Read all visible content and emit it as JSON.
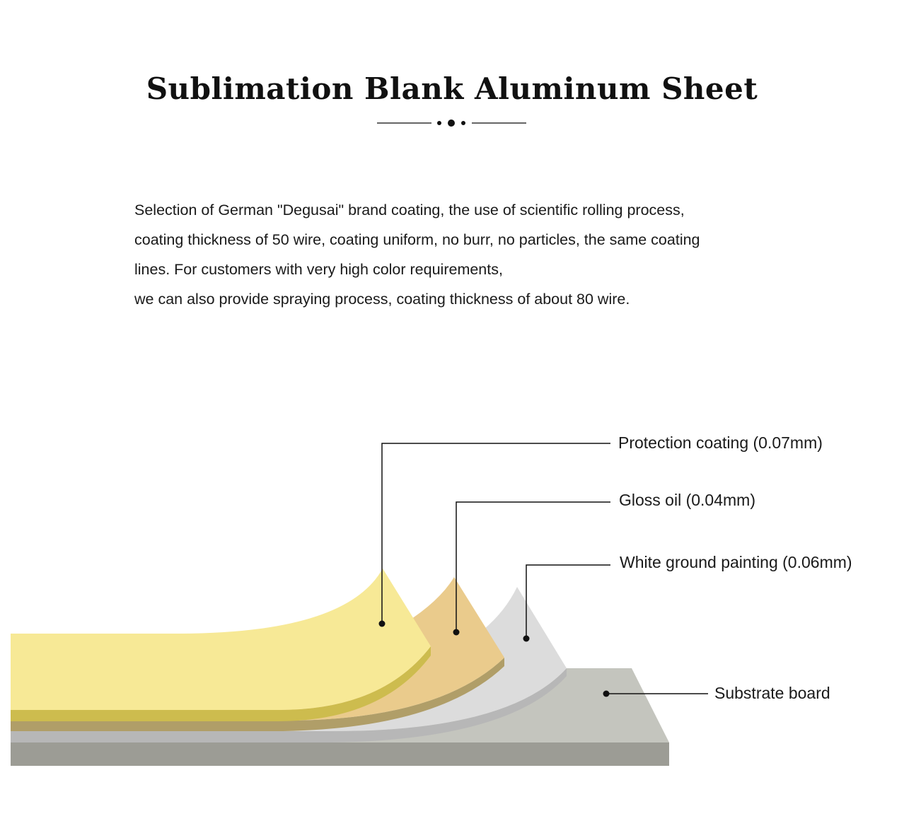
{
  "header": {
    "title": "Sublimation Blank Aluminum Sheet"
  },
  "intro": {
    "lines": [
      "Selection of German \"Degusai\" brand coating, the use of scientific rolling process,",
      "coating thickness of 50 wire, coating uniform, no burr, no particles, the same coating",
      "lines. For customers with very high color requirements,",
      "we can also provide spraying process, coating thickness of about 80 wire."
    ]
  },
  "layers": {
    "protection_coating": "Protection coating (0.07mm)",
    "gloss_oil": "Gloss oil (0.04mm)",
    "white_ground": "White ground painting (0.06mm)",
    "substrate": "Substrate board"
  },
  "colors": {
    "protection_top": "#f7e996",
    "protection_edge": "#cdbc4e",
    "gloss_top": "#eacb8c",
    "gloss_edge": "#b09e68",
    "white_top": "#dcdcdc",
    "white_edge": "#b7b7b7",
    "substrate_top": "#c4c5be",
    "substrate_edge": "#9c9c95"
  }
}
